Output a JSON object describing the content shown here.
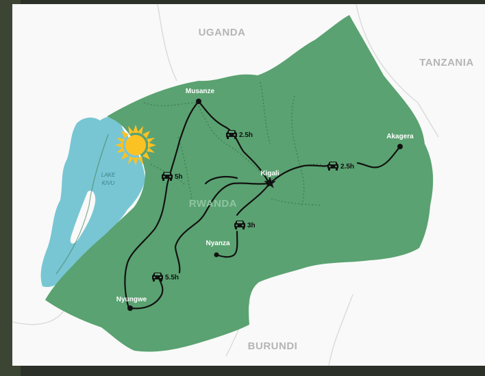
{
  "colors": {
    "land": "#5aa271",
    "lake": "#78c6d3",
    "paper": "#f8f9f8",
    "route": "#111111",
    "label_white": "#ffffff",
    "label_gray": "#b5b5b5",
    "sun": "#fbc224",
    "border": "#d8dbd8"
  },
  "neighbors": {
    "uganda": "UGANDA",
    "tanzania": "TANZANIA",
    "burundi": "BURUNDI"
  },
  "country": "RWANDA",
  "lake": {
    "line1": "LAKE",
    "line2": "KIVU"
  },
  "cities": {
    "musanze": "Musanze",
    "kigali": "Kigali",
    "akagera": "Akagera",
    "nyanza": "Nyanza",
    "nyungwe": "Nyungwe"
  },
  "drive_times": {
    "musanze_kigali": "2.5h",
    "kigali_akagera": "2.5h",
    "musanze_nyungwe": "5h",
    "kigali_nyanza": "3h",
    "nyungwe_kigali": "5.5h"
  },
  "icons": {
    "vehicle": "car-icon",
    "capital": "star-icon",
    "city": "city-dot-icon",
    "weather": "sun-icon"
  }
}
